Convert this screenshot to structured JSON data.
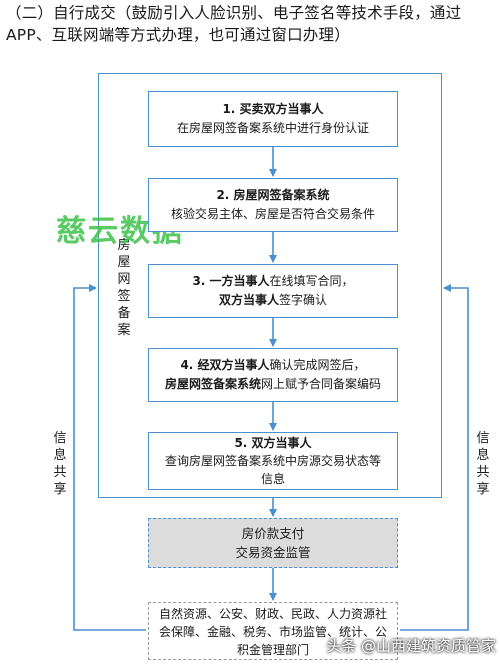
{
  "intro": {
    "line1": "（二）自行成交（鼓励引入人脸识别、电子签名等技术手段，通过",
    "line2": "APP、互联网端等方式办理，也可通过窗口办理）"
  },
  "frame_label": "房屋网签备案",
  "steps": [
    {
      "title": "1. 买卖双方当事人",
      "desc": "在房屋网签备案系统中进行身份认证"
    },
    {
      "title": "2. 房屋网签备案系统",
      "desc": "核验交易主体、房屋是否符合交易条件"
    },
    {
      "line1_prefix": "3. ",
      "line1_bold": "一方当事人",
      "line1_rest": "在线填写合同，",
      "line2_bold": "双方当事人",
      "line2_rest": "签字确认"
    },
    {
      "line1_prefix": "4. 经",
      "line1_bold": "双方当事人",
      "line1_rest": "确认完成网签后，",
      "line2_bold": "房屋网签备案系统",
      "line2_rest": "网上赋予合同备案编码"
    },
    {
      "title": "5. 双方当事人",
      "desc1": "查询房屋网签备案系统中房源交易状态等",
      "desc2": "信息"
    }
  ],
  "payment": {
    "line1": "房价款支付",
    "line2": "交易资金监管"
  },
  "departments": {
    "line1": "自然资源、公安、财政、民政、人力资源社",
    "line2": "会保障、金融、税务、市场监管、统计、公",
    "line3": "积金管理部门"
  },
  "info_share_left": "信息共享",
  "info_share_right": "信息共享",
  "watermark": "慈云数据",
  "corner_watermark": "头条 @山西建筑资质管家",
  "colors": {
    "line": "#4a8fd0",
    "pay_fill": "#dcdcdc",
    "watermark": "#3ec14b"
  }
}
